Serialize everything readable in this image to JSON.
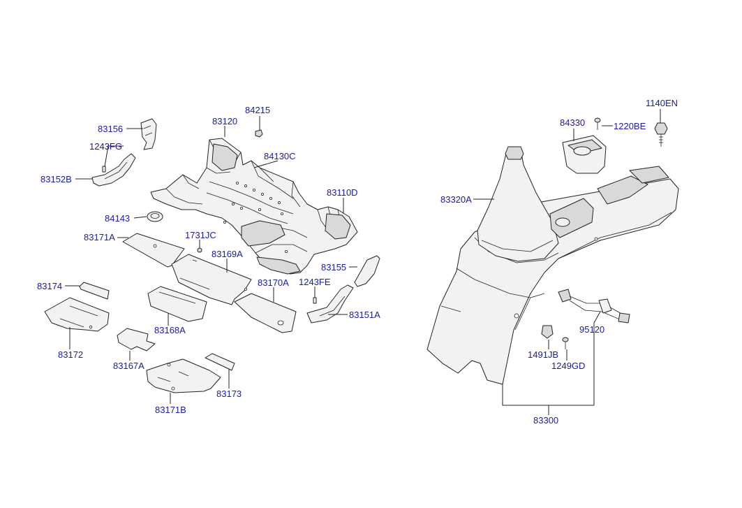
{
  "labels": {
    "p84215": "84215",
    "p83120": "83120",
    "p83156": "83156",
    "p1243FG": "1243FG",
    "p83152B": "83152B",
    "p84130C": "84130C",
    "p83110D": "83110D",
    "p84143": "84143",
    "p83171A": "83171A",
    "p1731JC": "1731JC",
    "p83169A": "83169A",
    "p83155": "83155",
    "p83174": "83174",
    "p83170A": "83170A",
    "p1243FE": "1243FE",
    "p83151A": "83151A",
    "p83172": "83172",
    "p83168A": "83168A",
    "p83167A": "83167A",
    "p83171B": "83171B",
    "p83173": "83173",
    "p1140EN": "1140EN",
    "p84330": "84330",
    "p1220BE": "1220BE",
    "p83320A": "83320A",
    "p95120": "95120",
    "p1491JB": "1491JB",
    "p1249GD": "1249GD",
    "p83300": "83300"
  },
  "colors": {
    "label": "#1a1aa6",
    "line": "#222222",
    "fill": "#f2f2f2",
    "fill_dark": "#d9d9d9"
  }
}
